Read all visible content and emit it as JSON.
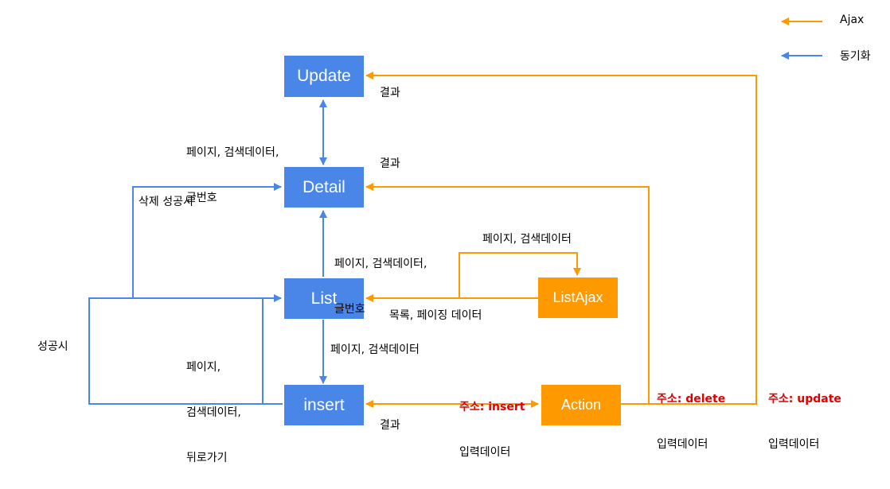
{
  "nodes": {
    "update": "Update",
    "detail": "Detail",
    "list": "List",
    "insert": "insert",
    "listajax": "ListAjax",
    "action": "Action"
  },
  "legend": {
    "ajax": "Ajax",
    "sync": "동기화"
  },
  "colors": {
    "sync": "#4a86e8",
    "ajax": "#ff9900",
    "emphasis": "#e00000"
  },
  "labels": {
    "update_result": "결과",
    "page_search_postno_1_line1": "페이지, 검색데이터,",
    "page_search_postno_1_line2": "글번호",
    "detail_result": "결과",
    "delete_success": "삭제 성공시",
    "page_search_postno_2_line1": "페이지, 검색데이터,",
    "page_search_postno_2_line2": "글번호",
    "listajax_page_search": "페이지, 검색데이터",
    "list_paging_data": "목록, 페이징 데이터",
    "success": "성공시",
    "back_line1": "페이지,",
    "back_line2": "검색데이터,",
    "back_line3": "뒤로가기",
    "insert_page_search": "페이지, 검색데이터",
    "addr_insert_key": "주소: insert",
    "addr_insert_data": "입력데이터",
    "insert_result": "결과",
    "addr_delete_key": "주소: delete",
    "addr_delete_data": "입력데이터",
    "addr_update_key": "주소: update",
    "addr_update_data": "입력데이터"
  }
}
